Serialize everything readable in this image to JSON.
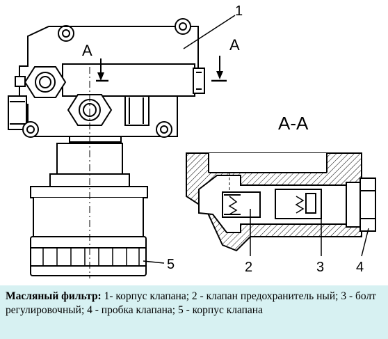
{
  "labels": {
    "part1": "1",
    "part2": "2",
    "part3": "3",
    "part4": "4",
    "part5": "5",
    "section_mark_left": "A",
    "section_mark_right": "A",
    "section_title": "A-A"
  },
  "caption": {
    "title": "Масляный фильтр:",
    "text": " 1- корпус клапана; 2 - клапан предохранитель ный; 3 - болт регулировочный; 4 - пробка клапана; 5 - корпус клапана"
  },
  "colors": {
    "caption_background": "#d7f1f2",
    "line": "#000000"
  }
}
